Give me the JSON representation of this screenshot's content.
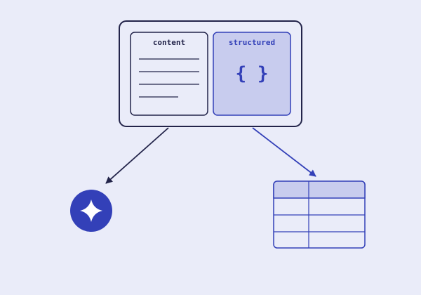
{
  "colors": {
    "background": "#eaecf9",
    "dark": "#23244a",
    "accent": "#3340b8",
    "accent_fill": "#c8ccee",
    "panel_fill": "#eaecf9",
    "white": "#ffffff"
  },
  "document": {
    "content_label": "content",
    "structured_label": "structured",
    "structured_symbol": "{ }"
  },
  "icons": {
    "content_panel": "text-lines-icon",
    "structured_panel": "json-braces-icon",
    "left_output": "sparkle-icon",
    "right_output": "table-icon"
  },
  "outputs": {
    "table": {
      "rows": 3,
      "columns": 2
    }
  }
}
